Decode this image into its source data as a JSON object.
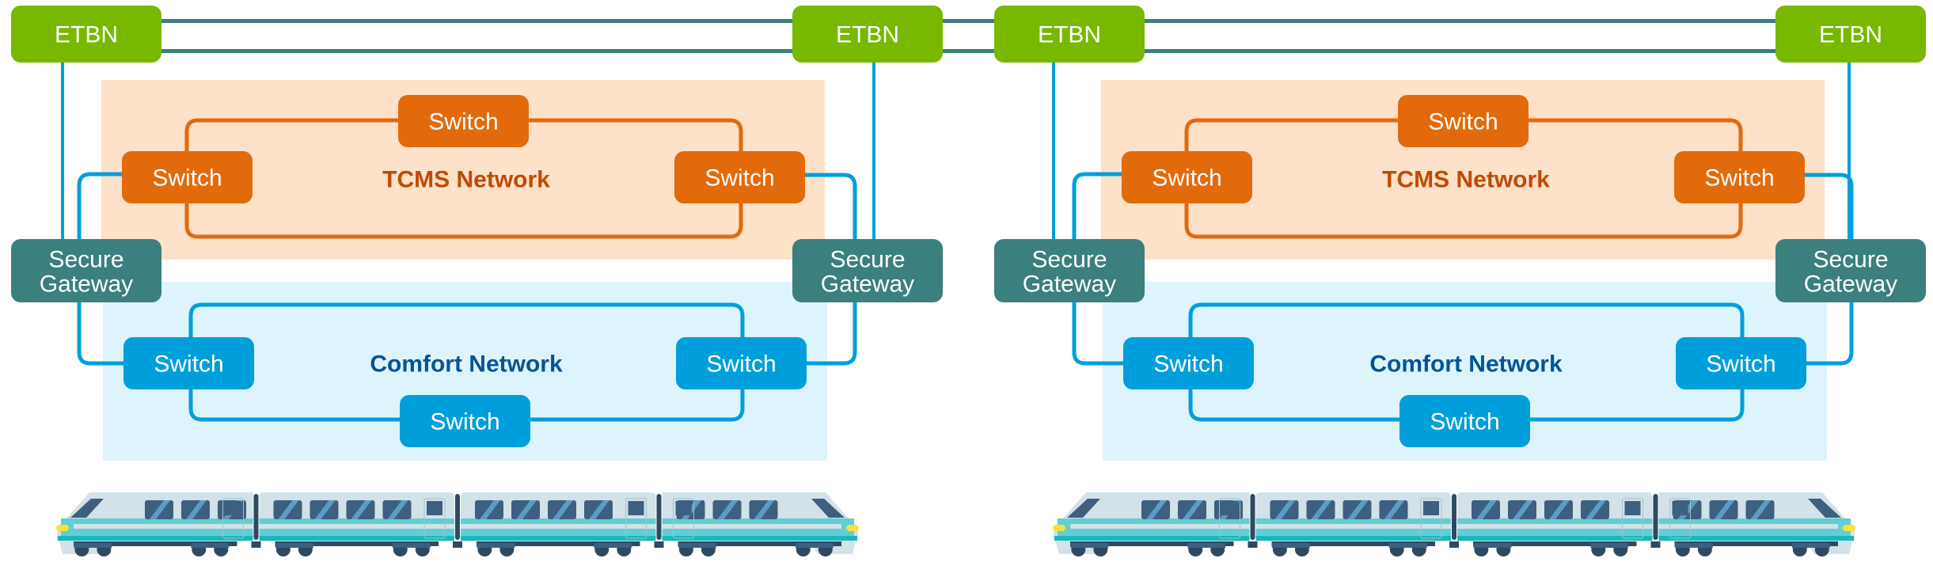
{
  "colors": {
    "etbn": "#78b800",
    "bus": "#3b7f80",
    "gateway": "#3b7f7e",
    "tcms_switch": "#e36a0a",
    "tcms_bg": "#fde1c9",
    "tcms_label": "#c04a00",
    "comfort_switch": "#009fdb",
    "comfort_bg": "#def4fc",
    "comfort_label": "#005596",
    "link": "#009fdb",
    "text": "#ffffff"
  },
  "labels": {
    "etbn": "ETBN",
    "gateway_line1": "Secure",
    "gateway_line2": "Gateway",
    "switch": "Switch",
    "tcms_network": "TCMS Network",
    "comfort_network": "Comfort Network"
  },
  "consists": [
    {
      "name": "consist-left",
      "etbn_nodes": [
        "ETBN",
        "ETBN"
      ],
      "gateways": [
        "Secure Gateway",
        "Secure Gateway"
      ],
      "tcms_network": {
        "label": "TCMS Network",
        "switches": [
          "Switch",
          "Switch",
          "Switch"
        ]
      },
      "comfort_network": {
        "label": "Comfort Network",
        "switches": [
          "Switch",
          "Switch",
          "Switch"
        ]
      },
      "train_cars": 4,
      "train_icon": "train-icon"
    },
    {
      "name": "consist-right",
      "etbn_nodes": [
        "ETBN",
        "ETBN"
      ],
      "gateways": [
        "Secure Gateway",
        "Secure Gateway"
      ],
      "tcms_network": {
        "label": "TCMS Network",
        "switches": [
          "Switch",
          "Switch",
          "Switch"
        ]
      },
      "comfort_network": {
        "label": "Comfort Network",
        "switches": [
          "Switch",
          "Switch",
          "Switch"
        ]
      },
      "train_cars": 4,
      "train_icon": "train-icon"
    }
  ]
}
